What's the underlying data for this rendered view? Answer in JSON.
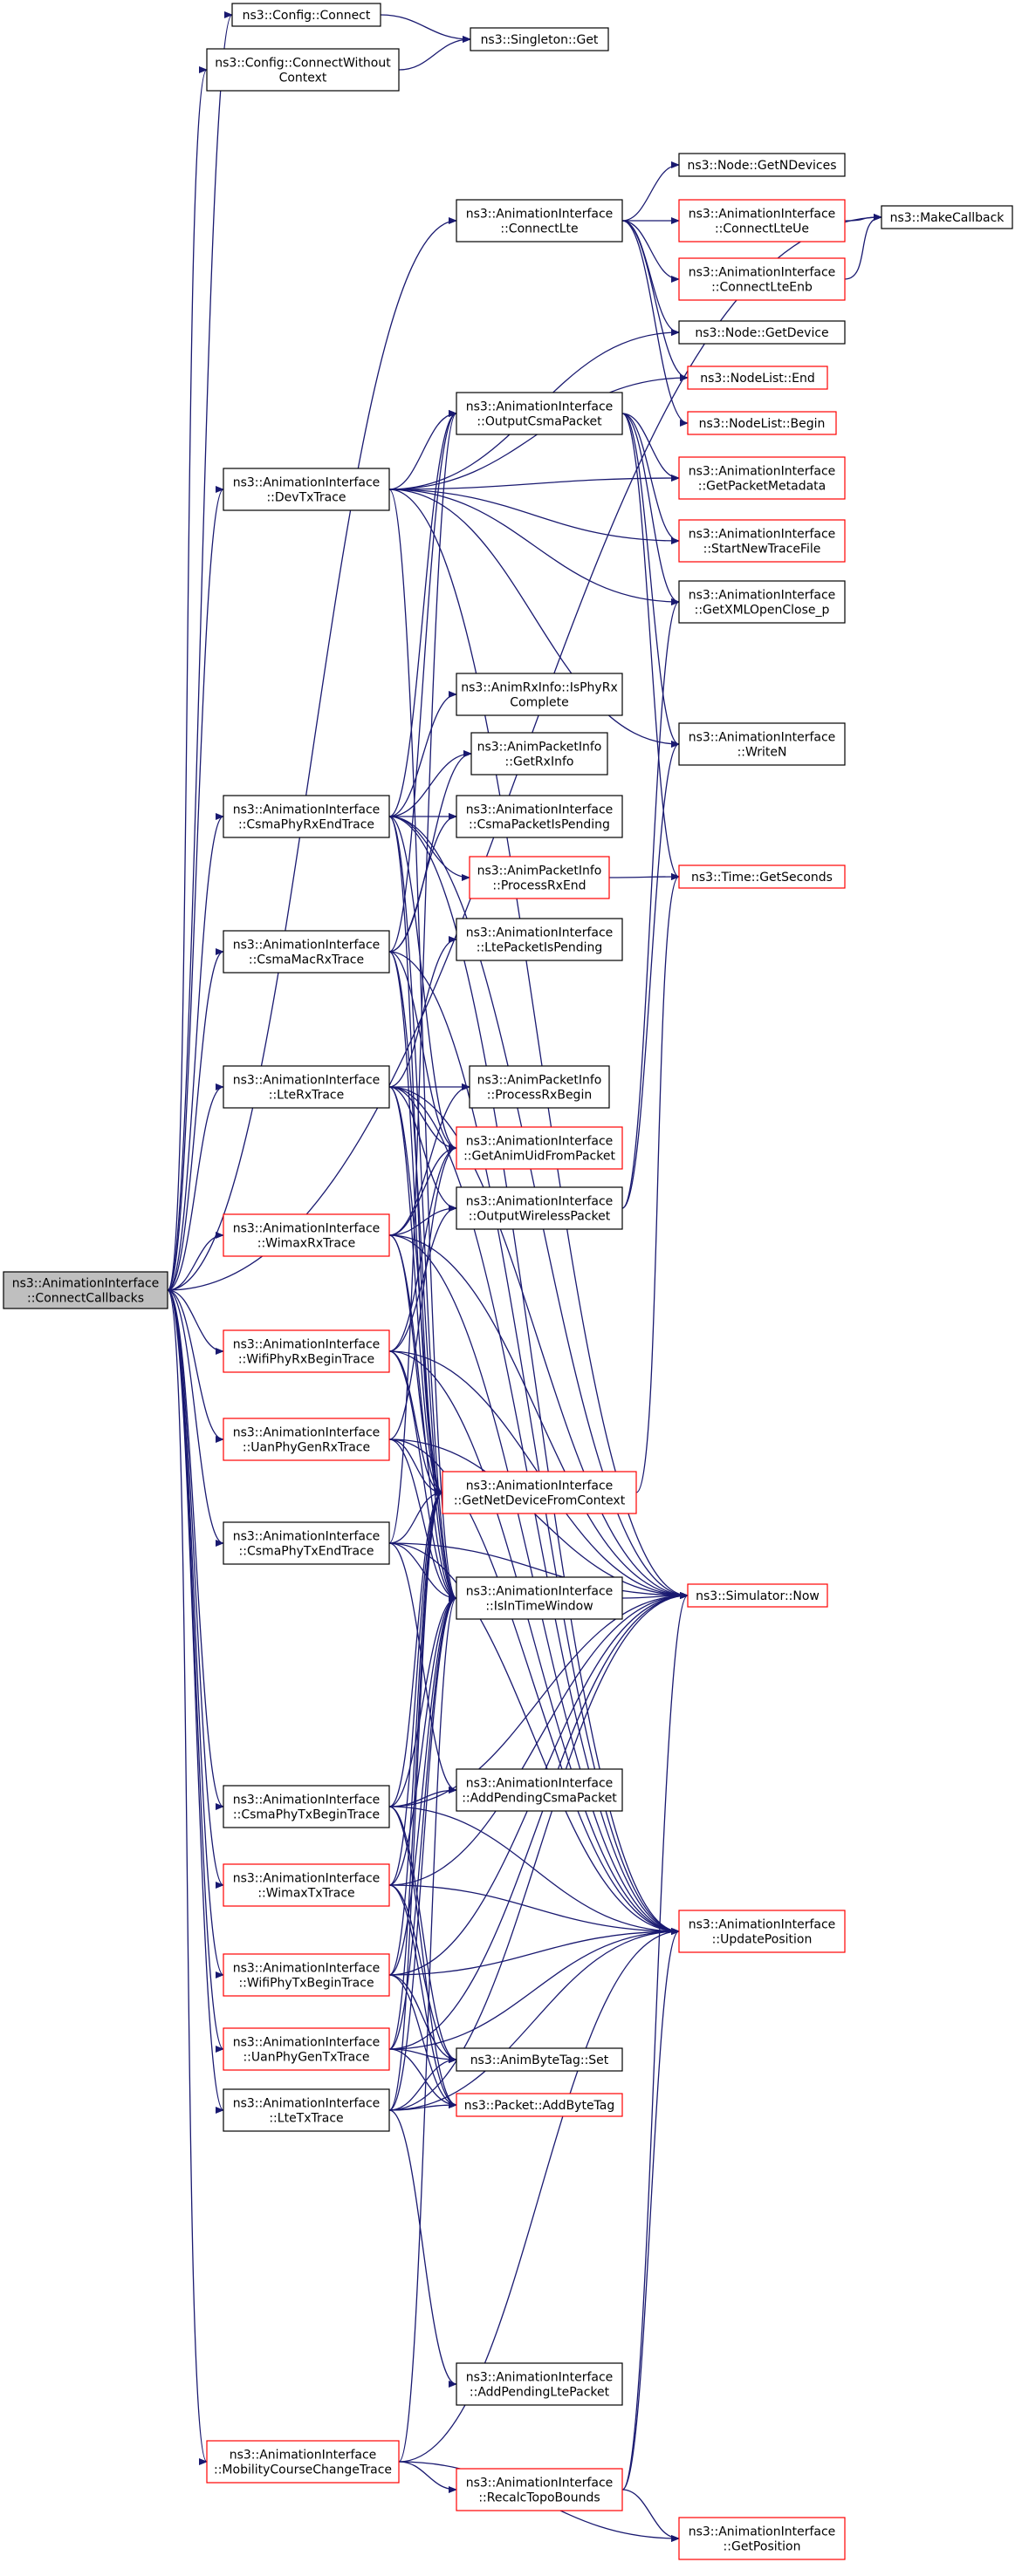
{
  "colors": {
    "edge": "#191970",
    "normal_border": "#000000",
    "truncated_border": "#ff0000",
    "root_fill": "#bfbfbf",
    "node_fill": "#ffffff"
  },
  "nodes": [
    {
      "id": "root",
      "lines": [
        "ns3::AnimationInterface",
        "::ConnectCallbacks"
      ],
      "kind": "root"
    },
    {
      "id": "cfg-connect",
      "lines": [
        "ns3::Config::Connect"
      ],
      "kind": "normal"
    },
    {
      "id": "cfg-connect-wc",
      "lines": [
        "ns3::Config::ConnectWithout",
        "Context"
      ],
      "kind": "normal"
    },
    {
      "id": "singleton-get",
      "lines": [
        "ns3::Singleton::Get"
      ],
      "kind": "normal"
    },
    {
      "id": "make-callback",
      "lines": [
        "ns3::MakeCallback"
      ],
      "kind": "normal"
    },
    {
      "id": "node-getndevices",
      "lines": [
        "ns3::Node::GetNDevices"
      ],
      "kind": "normal"
    },
    {
      "id": "connect-lte",
      "lines": [
        "ns3::AnimationInterface",
        "::ConnectLte"
      ],
      "kind": "normal"
    },
    {
      "id": "connect-lte-ue",
      "lines": [
        "ns3::AnimationInterface",
        "::ConnectLteUe"
      ],
      "kind": "truncated"
    },
    {
      "id": "connect-lte-enb",
      "lines": [
        "ns3::AnimationInterface",
        "::ConnectLteEnb"
      ],
      "kind": "truncated"
    },
    {
      "id": "node-getdevice",
      "lines": [
        "ns3::Node::GetDevice"
      ],
      "kind": "normal"
    },
    {
      "id": "nodelist-end",
      "lines": [
        "ns3::NodeList::End"
      ],
      "kind": "truncated"
    },
    {
      "id": "output-csma-packet",
      "lines": [
        "ns3::AnimationInterface",
        "::OutputCsmaPacket"
      ],
      "kind": "normal"
    },
    {
      "id": "nodelist-begin",
      "lines": [
        "ns3::NodeList::Begin"
      ],
      "kind": "truncated"
    },
    {
      "id": "get-packet-metadata",
      "lines": [
        "ns3::AnimationInterface",
        "::GetPacketMetadata"
      ],
      "kind": "truncated"
    },
    {
      "id": "devtx-trace",
      "lines": [
        "ns3::AnimationInterface",
        "::DevTxTrace"
      ],
      "kind": "normal"
    },
    {
      "id": "start-new-trace-file",
      "lines": [
        "ns3::AnimationInterface",
        "::StartNewTraceFile"
      ],
      "kind": "truncated"
    },
    {
      "id": "get-xml-open-close",
      "lines": [
        "ns3::AnimationInterface",
        "::GetXMLOpenClose_p"
      ],
      "kind": "normal"
    },
    {
      "id": "is-phy-rx-complete",
      "lines": [
        "ns3::AnimRxInfo::IsPhyRx",
        "Complete"
      ],
      "kind": "normal"
    },
    {
      "id": "get-rx-info",
      "lines": [
        "ns3::AnimPacketInfo",
        "::GetRxInfo"
      ],
      "kind": "normal"
    },
    {
      "id": "write-n",
      "lines": [
        "ns3::AnimationInterface",
        "::WriteN"
      ],
      "kind": "normal"
    },
    {
      "id": "csma-phy-rx-end",
      "lines": [
        "ns3::AnimationInterface",
        "::CsmaPhyRxEndTrace"
      ],
      "kind": "normal"
    },
    {
      "id": "csma-packet-is-pending",
      "lines": [
        "ns3::AnimationInterface",
        "::CsmaPacketIsPending"
      ],
      "kind": "normal"
    },
    {
      "id": "process-rx-end",
      "lines": [
        "ns3::AnimPacketInfo",
        "::ProcessRxEnd"
      ],
      "kind": "truncated"
    },
    {
      "id": "time-get-seconds",
      "lines": [
        "ns3::Time::GetSeconds"
      ],
      "kind": "truncated"
    },
    {
      "id": "csma-mac-rx",
      "lines": [
        "ns3::AnimationInterface",
        "::CsmaMacRxTrace"
      ],
      "kind": "normal"
    },
    {
      "id": "lte-packet-is-pending",
      "lines": [
        "ns3::AnimationInterface",
        "::LtePacketIsPending"
      ],
      "kind": "normal"
    },
    {
      "id": "lte-rx",
      "lines": [
        "ns3::AnimationInterface",
        "::LteRxTrace"
      ],
      "kind": "normal"
    },
    {
      "id": "process-rx-begin",
      "lines": [
        "ns3::AnimPacketInfo",
        "::ProcessRxBegin"
      ],
      "kind": "normal"
    },
    {
      "id": "get-anim-uid",
      "lines": [
        "ns3::AnimationInterface",
        "::GetAnimUidFromPacket"
      ],
      "kind": "truncated"
    },
    {
      "id": "output-wireless-packet",
      "lines": [
        "ns3::AnimationInterface",
        "::OutputWirelessPacket"
      ],
      "kind": "normal"
    },
    {
      "id": "wimax-rx",
      "lines": [
        "ns3::AnimationInterface",
        "::WimaxRxTrace"
      ],
      "kind": "truncated"
    },
    {
      "id": "wifi-phy-rx-begin",
      "lines": [
        "ns3::AnimationInterface",
        "::WifiPhyRxBeginTrace"
      ],
      "kind": "truncated"
    },
    {
      "id": "uan-phy-gen-rx",
      "lines": [
        "ns3::AnimationInterface",
        "::UanPhyGenRxTrace"
      ],
      "kind": "truncated"
    },
    {
      "id": "get-net-device",
      "lines": [
        "ns3::AnimationInterface",
        "::GetNetDeviceFromContext"
      ],
      "kind": "truncated"
    },
    {
      "id": "csma-phy-tx-end",
      "lines": [
        "ns3::AnimationInterface",
        "::CsmaPhyTxEndTrace"
      ],
      "kind": "normal"
    },
    {
      "id": "is-in-time-window",
      "lines": [
        "ns3::AnimationInterface",
        "::IsInTimeWindow"
      ],
      "kind": "normal"
    },
    {
      "id": "simulator-now",
      "lines": [
        "ns3::Simulator::Now"
      ],
      "kind": "truncated"
    },
    {
      "id": "add-pending-csma",
      "lines": [
        "ns3::AnimationInterface",
        "::AddPendingCsmaPacket"
      ],
      "kind": "normal"
    },
    {
      "id": "csma-phy-tx-begin",
      "lines": [
        "ns3::AnimationInterface",
        "::CsmaPhyTxBeginTrace"
      ],
      "kind": "normal"
    },
    {
      "id": "wimax-tx",
      "lines": [
        "ns3::AnimationInterface",
        "::WimaxTxTrace"
      ],
      "kind": "truncated"
    },
    {
      "id": "update-position",
      "lines": [
        "ns3::AnimationInterface",
        "::UpdatePosition"
      ],
      "kind": "truncated"
    },
    {
      "id": "wifi-phy-tx-begin",
      "lines": [
        "ns3::AnimationInterface",
        "::WifiPhyTxBeginTrace"
      ],
      "kind": "truncated"
    },
    {
      "id": "uan-phy-gen-tx",
      "lines": [
        "ns3::AnimationInterface",
        "::UanPhyGenTxTrace"
      ],
      "kind": "truncated"
    },
    {
      "id": "anim-byte-tag-set",
      "lines": [
        "ns3::AnimByteTag::Set"
      ],
      "kind": "normal"
    },
    {
      "id": "lte-tx",
      "lines": [
        "ns3::AnimationInterface",
        "::LteTxTrace"
      ],
      "kind": "normal"
    },
    {
      "id": "packet-add-byte-tag",
      "lines": [
        "ns3::Packet::AddByteTag"
      ],
      "kind": "truncated"
    },
    {
      "id": "add-pending-lte",
      "lines": [
        "ns3::AnimationInterface",
        "::AddPendingLtePacket"
      ],
      "kind": "normal"
    },
    {
      "id": "mobility-course-change",
      "lines": [
        "ns3::AnimationInterface",
        "::MobilityCourseChangeTrace"
      ],
      "kind": "truncated"
    },
    {
      "id": "recalc-topo-bounds",
      "lines": [
        "ns3::AnimationInterface",
        "::RecalcTopoBounds"
      ],
      "kind": "truncated"
    },
    {
      "id": "get-position",
      "lines": [
        "ns3::AnimationInterface",
        "::GetPosition"
      ],
      "kind": "truncated"
    }
  ],
  "edges": [
    [
      "root",
      "cfg-connect"
    ],
    [
      "root",
      "cfg-connect-wc"
    ],
    [
      "root",
      "make-callback"
    ],
    [
      "root",
      "connect-lte"
    ],
    [
      "root",
      "devtx-trace"
    ],
    [
      "root",
      "csma-phy-rx-end"
    ],
    [
      "root",
      "csma-mac-rx"
    ],
    [
      "root",
      "lte-rx"
    ],
    [
      "root",
      "wimax-rx"
    ],
    [
      "root",
      "wifi-phy-rx-begin"
    ],
    [
      "root",
      "uan-phy-gen-rx"
    ],
    [
      "root",
      "csma-phy-tx-end"
    ],
    [
      "root",
      "csma-phy-tx-begin"
    ],
    [
      "root",
      "wimax-tx"
    ],
    [
      "root",
      "wifi-phy-tx-begin"
    ],
    [
      "root",
      "uan-phy-gen-tx"
    ],
    [
      "root",
      "lte-tx"
    ],
    [
      "root",
      "mobility-course-change"
    ],
    [
      "cfg-connect",
      "singleton-get"
    ],
    [
      "cfg-connect-wc",
      "singleton-get"
    ],
    [
      "connect-lte",
      "node-getndevices"
    ],
    [
      "connect-lte",
      "connect-lte-ue"
    ],
    [
      "connect-lte",
      "connect-lte-enb"
    ],
    [
      "connect-lte",
      "node-getdevice"
    ],
    [
      "connect-lte",
      "nodelist-end"
    ],
    [
      "connect-lte",
      "nodelist-begin"
    ],
    [
      "connect-lte-ue",
      "make-callback"
    ],
    [
      "connect-lte-enb",
      "make-callback"
    ],
    [
      "devtx-trace",
      "output-csma-packet"
    ],
    [
      "devtx-trace",
      "get-packet-metadata"
    ],
    [
      "devtx-trace",
      "start-new-trace-file"
    ],
    [
      "devtx-trace",
      "get-xml-open-close"
    ],
    [
      "devtx-trace",
      "write-n"
    ],
    [
      "devtx-trace",
      "simulator-now"
    ],
    [
      "devtx-trace",
      "is-in-time-window"
    ],
    [
      "devtx-trace",
      "nodelist-end"
    ],
    [
      "devtx-trace",
      "node-getdevice"
    ],
    [
      "output-csma-packet",
      "get-packet-metadata"
    ],
    [
      "output-csma-packet",
      "start-new-trace-file"
    ],
    [
      "output-csma-packet",
      "get-xml-open-close"
    ],
    [
      "output-csma-packet",
      "write-n"
    ],
    [
      "output-csma-packet",
      "time-get-seconds"
    ],
    [
      "csma-phy-rx-end",
      "is-phy-rx-complete"
    ],
    [
      "csma-phy-rx-end",
      "get-rx-info"
    ],
    [
      "csma-phy-rx-end",
      "csma-packet-is-pending"
    ],
    [
      "csma-phy-rx-end",
      "process-rx-end"
    ],
    [
      "csma-phy-rx-end",
      "output-csma-packet"
    ],
    [
      "csma-phy-rx-end",
      "get-anim-uid"
    ],
    [
      "csma-phy-rx-end",
      "get-net-device"
    ],
    [
      "csma-phy-rx-end",
      "is-in-time-window"
    ],
    [
      "csma-phy-rx-end",
      "simulator-now"
    ],
    [
      "csma-phy-rx-end",
      "update-position"
    ],
    [
      "process-rx-end",
      "time-get-seconds"
    ],
    [
      "csma-mac-rx",
      "get-rx-info"
    ],
    [
      "csma-mac-rx",
      "csma-packet-is-pending"
    ],
    [
      "csma-mac-rx",
      "output-csma-packet"
    ],
    [
      "csma-mac-rx",
      "get-anim-uid"
    ],
    [
      "csma-mac-rx",
      "get-net-device"
    ],
    [
      "csma-mac-rx",
      "is-in-time-window"
    ],
    [
      "csma-mac-rx",
      "update-position"
    ],
    [
      "lte-rx",
      "lte-packet-is-pending"
    ],
    [
      "lte-rx",
      "process-rx-begin"
    ],
    [
      "lte-rx",
      "get-anim-uid"
    ],
    [
      "lte-rx",
      "output-wireless-packet"
    ],
    [
      "lte-rx",
      "get-net-device"
    ],
    [
      "lte-rx",
      "is-in-time-window"
    ],
    [
      "lte-rx",
      "update-position"
    ],
    [
      "lte-rx",
      "simulator-now"
    ],
    [
      "output-wireless-packet",
      "write-n"
    ],
    [
      "output-wireless-packet",
      "get-xml-open-close"
    ],
    [
      "wimax-rx",
      "process-rx-begin"
    ],
    [
      "wimax-rx",
      "get-anim-uid"
    ],
    [
      "wimax-rx",
      "output-wireless-packet"
    ],
    [
      "wimax-rx",
      "get-net-device"
    ],
    [
      "wimax-rx",
      "is-in-time-window"
    ],
    [
      "wimax-rx",
      "update-position"
    ],
    [
      "wimax-rx",
      "simulator-now"
    ],
    [
      "wifi-phy-rx-begin",
      "get-anim-uid"
    ],
    [
      "wifi-phy-rx-begin",
      "output-wireless-packet"
    ],
    [
      "wifi-phy-rx-begin",
      "get-net-device"
    ],
    [
      "wifi-phy-rx-begin",
      "is-in-time-window"
    ],
    [
      "wifi-phy-rx-begin",
      "update-position"
    ],
    [
      "wifi-phy-rx-begin",
      "simulator-now"
    ],
    [
      "uan-phy-gen-rx",
      "get-anim-uid"
    ],
    [
      "uan-phy-gen-rx",
      "get-net-device"
    ],
    [
      "uan-phy-gen-rx",
      "is-in-time-window"
    ],
    [
      "uan-phy-gen-rx",
      "update-position"
    ],
    [
      "uan-phy-gen-rx",
      "simulator-now"
    ],
    [
      "get-net-device",
      "time-get-seconds"
    ],
    [
      "csma-phy-tx-end",
      "get-net-device"
    ],
    [
      "csma-phy-tx-end",
      "is-in-time-window"
    ],
    [
      "csma-phy-tx-end",
      "simulator-now"
    ],
    [
      "csma-phy-tx-end",
      "add-pending-csma"
    ],
    [
      "csma-phy-tx-end",
      "update-position"
    ],
    [
      "csma-phy-tx-end",
      "output-csma-packet"
    ],
    [
      "is-in-time-window",
      "simulator-now"
    ],
    [
      "csma-phy-tx-begin",
      "add-pending-csma"
    ],
    [
      "csma-phy-tx-begin",
      "get-net-device"
    ],
    [
      "csma-phy-tx-begin",
      "is-in-time-window"
    ],
    [
      "csma-phy-tx-begin",
      "update-position"
    ],
    [
      "csma-phy-tx-begin",
      "simulator-now"
    ],
    [
      "csma-phy-tx-begin",
      "anim-byte-tag-set"
    ],
    [
      "csma-phy-tx-begin",
      "packet-add-byte-tag"
    ],
    [
      "wimax-tx",
      "get-net-device"
    ],
    [
      "wimax-tx",
      "is-in-time-window"
    ],
    [
      "wimax-tx",
      "update-position"
    ],
    [
      "wimax-tx",
      "simulator-now"
    ],
    [
      "wimax-tx",
      "anim-byte-tag-set"
    ],
    [
      "wimax-tx",
      "packet-add-byte-tag"
    ],
    [
      "wifi-phy-tx-begin",
      "get-net-device"
    ],
    [
      "wifi-phy-tx-begin",
      "is-in-time-window"
    ],
    [
      "wifi-phy-tx-begin",
      "update-position"
    ],
    [
      "wifi-phy-tx-begin",
      "simulator-now"
    ],
    [
      "wifi-phy-tx-begin",
      "anim-byte-tag-set"
    ],
    [
      "wifi-phy-tx-begin",
      "packet-add-byte-tag"
    ],
    [
      "uan-phy-gen-tx",
      "get-net-device"
    ],
    [
      "uan-phy-gen-tx",
      "is-in-time-window"
    ],
    [
      "uan-phy-gen-tx",
      "update-position"
    ],
    [
      "uan-phy-gen-tx",
      "simulator-now"
    ],
    [
      "uan-phy-gen-tx",
      "anim-byte-tag-set"
    ],
    [
      "uan-phy-gen-tx",
      "packet-add-byte-tag"
    ],
    [
      "lte-tx",
      "add-pending-lte"
    ],
    [
      "lte-tx",
      "get-net-device"
    ],
    [
      "lte-tx",
      "is-in-time-window"
    ],
    [
      "lte-tx",
      "update-position"
    ],
    [
      "lte-tx",
      "simulator-now"
    ],
    [
      "lte-tx",
      "anim-byte-tag-set"
    ],
    [
      "lte-tx",
      "packet-add-byte-tag"
    ],
    [
      "mobility-course-change",
      "recalc-topo-bounds"
    ],
    [
      "mobility-course-change",
      "get-position"
    ],
    [
      "mobility-course-change",
      "update-position"
    ],
    [
      "mobility-course-change",
      "is-in-time-window"
    ],
    [
      "recalc-topo-bounds",
      "get-position"
    ],
    [
      "recalc-topo-bounds",
      "simulator-now"
    ],
    [
      "recalc-topo-bounds",
      "update-position"
    ]
  ]
}
